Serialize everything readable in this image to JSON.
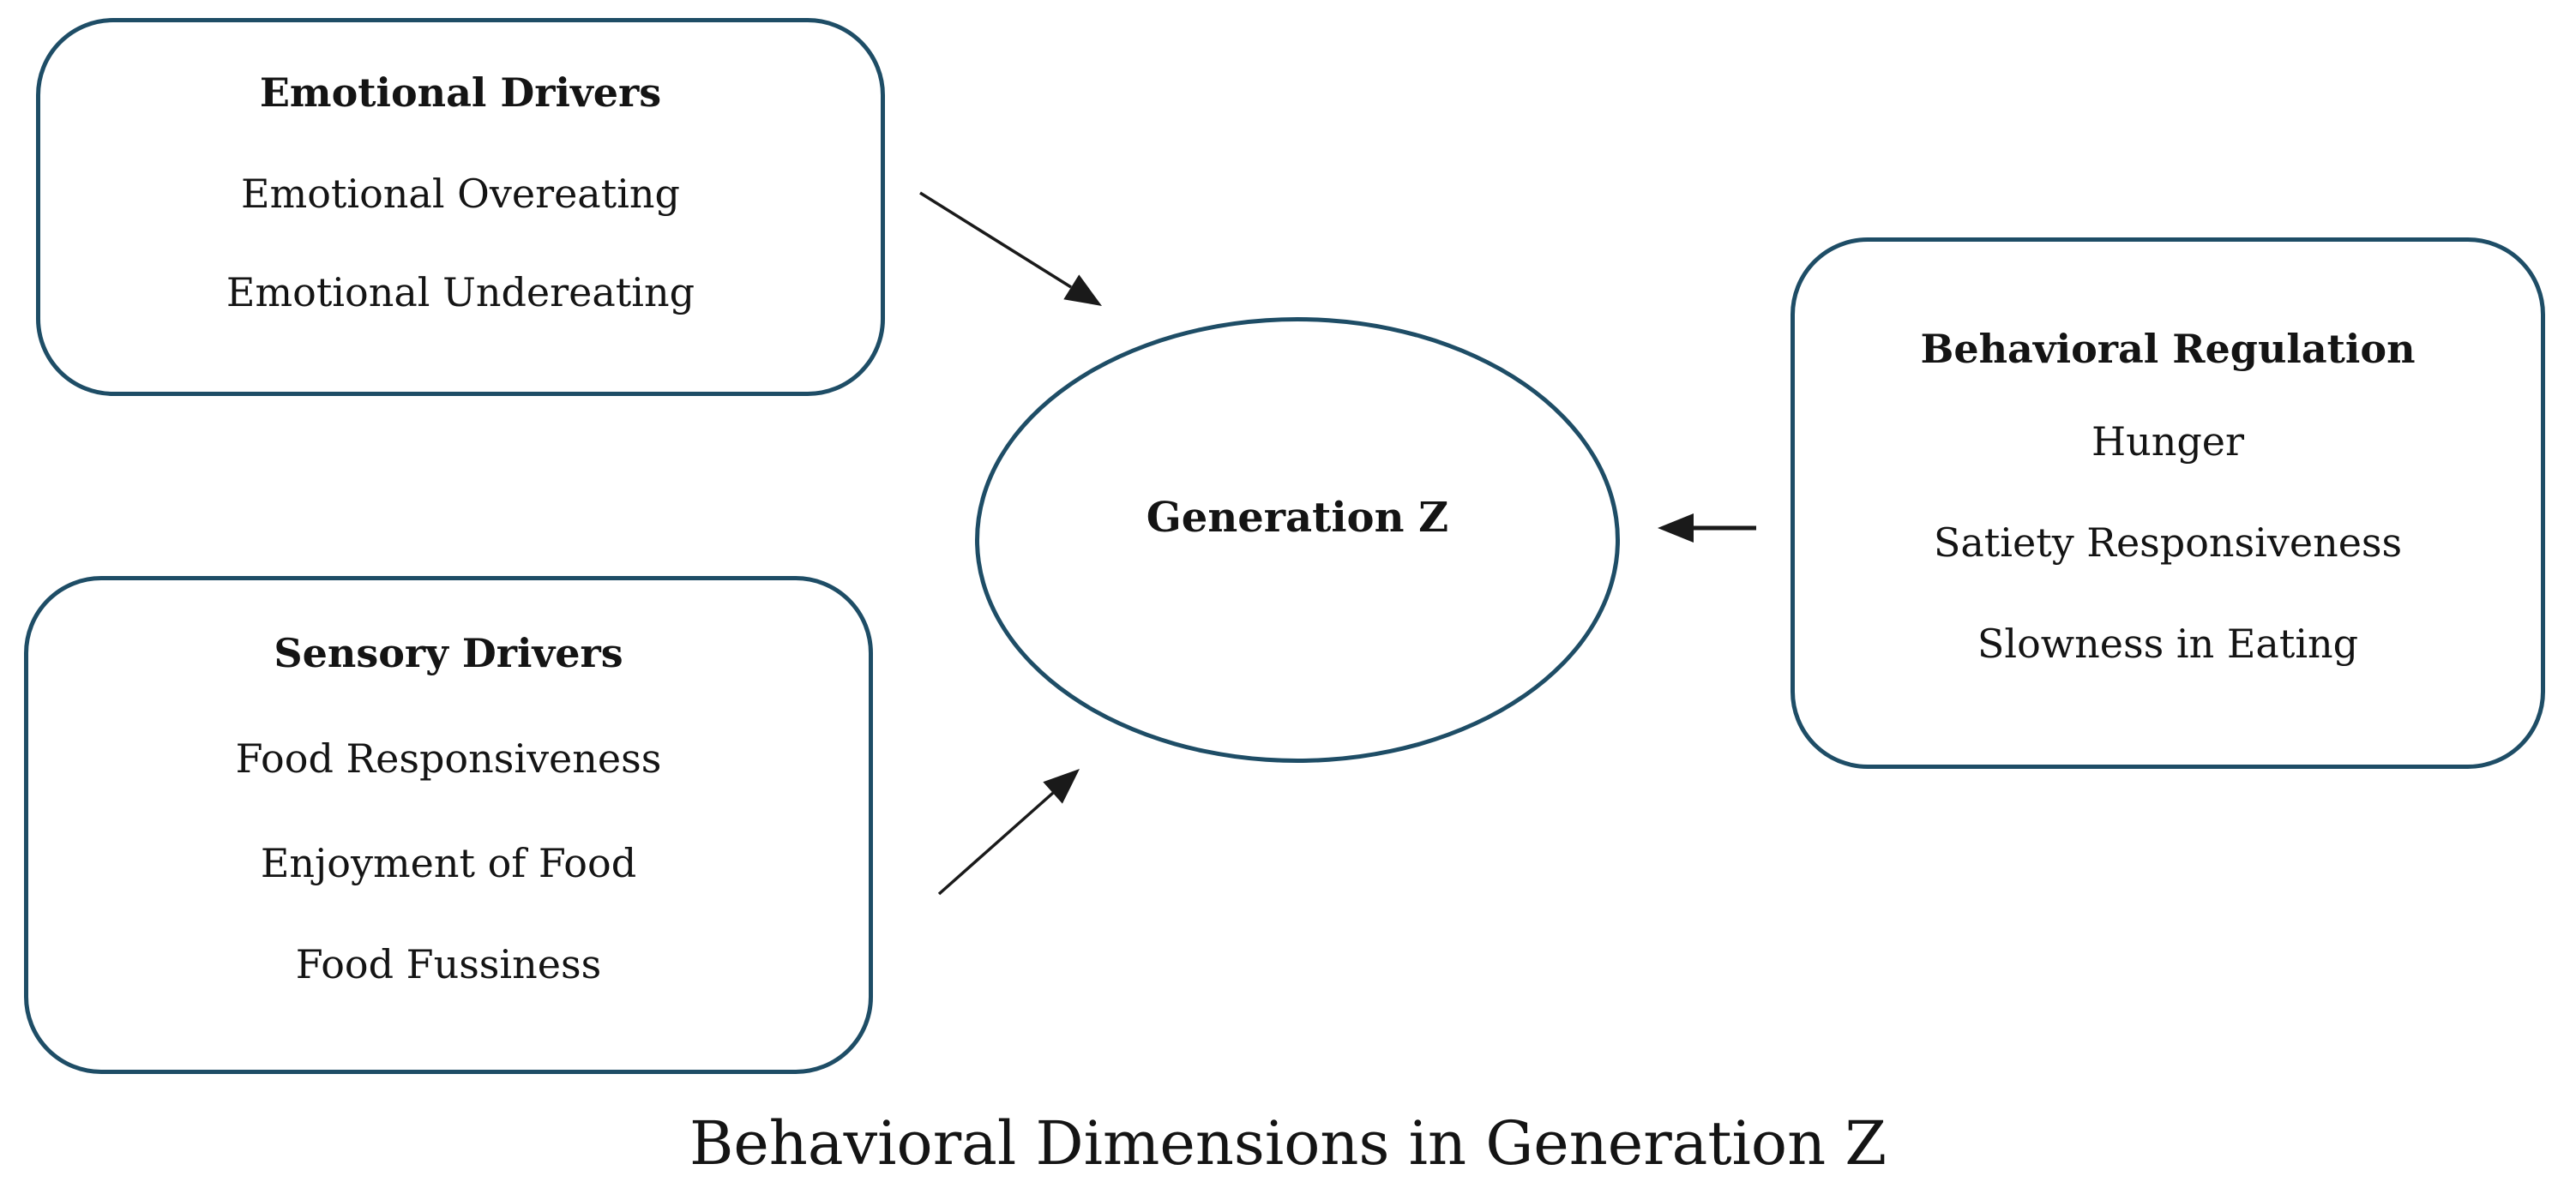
{
  "title": "Behavioral Dimensions in Generation Z",
  "colors": {
    "border": "#1e4d66",
    "text": "#141414",
    "arrow": "#1a1a1a",
    "background": "#ffffff"
  },
  "center_node": {
    "label": "Generation Z"
  },
  "boxes": {
    "emotional": {
      "title": "Emotional Drivers",
      "items": [
        "Emotional Overeating",
        "Emotional Undereating"
      ]
    },
    "sensory": {
      "title": "Sensory Drivers",
      "items": [
        "Food Responsiveness",
        "Enjoyment of Food",
        "Food Fussiness"
      ]
    },
    "behavioral": {
      "title": "Behavioral Regulation",
      "items": [
        "Hunger",
        "Satiety Responsiveness",
        "Slowness in Eating"
      ]
    }
  },
  "arrows": [
    {
      "from": "Emotional Drivers",
      "to": "Generation Z"
    },
    {
      "from": "Behavioral Regulation",
      "to": "Generation Z"
    },
    {
      "from": "Sensory Drivers",
      "to": "Generation Z"
    }
  ]
}
